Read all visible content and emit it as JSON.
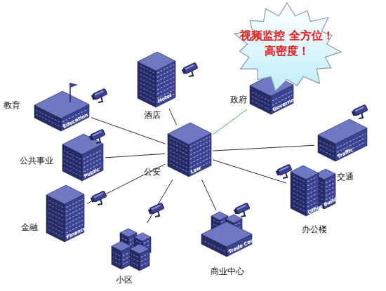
{
  "diagram": {
    "nodes": [
      {
        "text": [
          "视频监控 全方位！高密度！"
        ]
      },
      {
        "text": [
          "教育",
          "Education"
        ]
      },
      {
        "text": [
          "酒店",
          "Hotel"
        ]
      },
      {
        "text": [
          "政府",
          "Government"
        ]
      },
      {
        "text": [
          "交通",
          "Traffic"
        ]
      },
      {
        "text": [
          "公共事业",
          "Public"
        ]
      },
      {
        "text": [
          "公安",
          "Law"
        ]
      },
      {
        "text": [
          "办公楼",
          "Office Building"
        ]
      },
      {
        "text": [
          "金融",
          "Finance"
        ]
      },
      {
        "text": [
          "商业中心",
          "Trade Center"
        ]
      },
      {
        "text": [
          "小区"
        ]
      }
    ],
    "edges": [
      {
        "from": 6,
        "to": 1,
        "arrow": "none"
      },
      {
        "from": 6,
        "to": 2,
        "arrow": "none"
      },
      {
        "from": 6,
        "to": 3,
        "arrow": "none"
      },
      {
        "from": 6,
        "to": 4,
        "arrow": "none"
      },
      {
        "from": 6,
        "to": 5,
        "arrow": "none"
      },
      {
        "from": 6,
        "to": 7,
        "arrow": "none"
      },
      {
        "from": 6,
        "to": 8,
        "arrow": "none"
      },
      {
        "from": 6,
        "to": 9,
        "arrow": "none"
      },
      {
        "from": 6,
        "to": 10,
        "arrow": "none"
      }
    ]
  }
}
